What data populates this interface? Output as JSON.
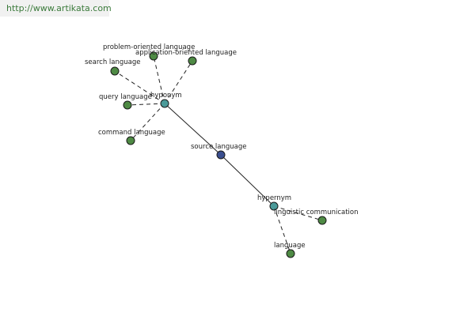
{
  "banner": {
    "link_text": "http://www.artikata.com"
  },
  "colors": {
    "leaf": "#4e8a44",
    "relation": "#4b9a99",
    "center": "#3a4e8f"
  },
  "nodes": [
    {
      "id": "problem-oriented-language",
      "label": "problem-oriented language",
      "kind": "leaf"
    },
    {
      "id": "application-oriented-language",
      "label": "application-oriented language",
      "kind": "leaf"
    },
    {
      "id": "search-language",
      "label": "search language",
      "kind": "leaf"
    },
    {
      "id": "query-language",
      "label": "query language",
      "kind": "leaf"
    },
    {
      "id": "command-language",
      "label": "command language",
      "kind": "leaf"
    },
    {
      "id": "hyponym",
      "label": "hyponym",
      "kind": "relation"
    },
    {
      "id": "source-language",
      "label": "source language",
      "kind": "center"
    },
    {
      "id": "hypernym",
      "label": "hypernym",
      "kind": "relation"
    },
    {
      "id": "linguistic-communication",
      "label": "linguistic communication",
      "kind": "leaf"
    },
    {
      "id": "language",
      "label": "language",
      "kind": "leaf"
    }
  ],
  "edges": [
    {
      "from": "source-language",
      "to": "hyponym",
      "style": "solid"
    },
    {
      "from": "source-language",
      "to": "hypernym",
      "style": "solid"
    },
    {
      "from": "hyponym",
      "to": "problem-oriented-language",
      "style": "dashed"
    },
    {
      "from": "hyponym",
      "to": "application-oriented-language",
      "style": "dashed"
    },
    {
      "from": "hyponym",
      "to": "search-language",
      "style": "dashed"
    },
    {
      "from": "hyponym",
      "to": "query-language",
      "style": "dashed"
    },
    {
      "from": "hyponym",
      "to": "command-language",
      "style": "dashed"
    },
    {
      "from": "hypernym",
      "to": "linguistic-communication",
      "style": "dashed"
    },
    {
      "from": "hypernym",
      "to": "language",
      "style": "dashed"
    }
  ]
}
